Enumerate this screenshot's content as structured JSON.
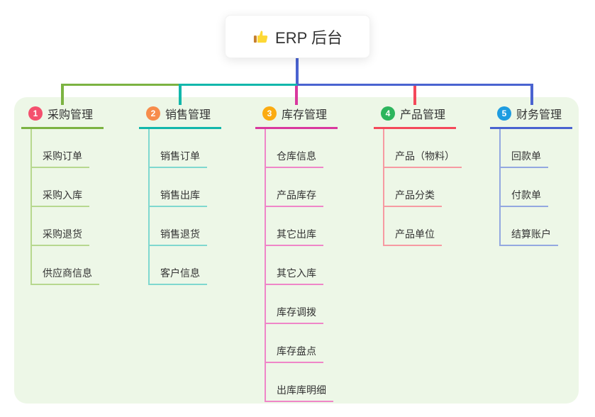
{
  "root": {
    "icon": "thumbs-up-icon",
    "label": "ERP 后台"
  },
  "colors": {
    "canvas_bg": "#ffffff",
    "panel_bg": "#edf7e7",
    "root_stem": "#4a63d0",
    "text": "#333333"
  },
  "branches": [
    {
      "index": "1",
      "title": "采购管理",
      "badge_bg": "#f4506e",
      "line": "#7cb342",
      "light_line": "#b7d88f",
      "items": [
        "采购订单",
        "采购入库",
        "采购退货",
        "供应商信息"
      ]
    },
    {
      "index": "2",
      "title": "销售管理",
      "badge_bg": "#f78c4b",
      "line": "#12b7ab",
      "light_line": "#7fd8cf",
      "items": [
        "销售订单",
        "销售出库",
        "销售退货",
        "客户信息"
      ]
    },
    {
      "index": "3",
      "title": "库存管理",
      "badge_bg": "#fbab11",
      "line": "#d9389e",
      "light_line": "#ef86c8",
      "items": [
        "仓库信息",
        "产品库存",
        "其它出库",
        "其它入库",
        "库存调拨",
        "库存盘点",
        "出库库明细"
      ]
    },
    {
      "index": "4",
      "title": "产品管理",
      "badge_bg": "#2db55d",
      "line": "#f4485a",
      "light_line": "#f79aa2",
      "items": [
        "产品（物料）",
        "产品分类",
        "产品单位"
      ]
    },
    {
      "index": "5",
      "title": "财务管理",
      "badge_bg": "#1e9ce0",
      "line": "#4a63d0",
      "light_line": "#93a8e0",
      "items": [
        "回款单",
        "付款单",
        "结算账户"
      ]
    }
  ]
}
